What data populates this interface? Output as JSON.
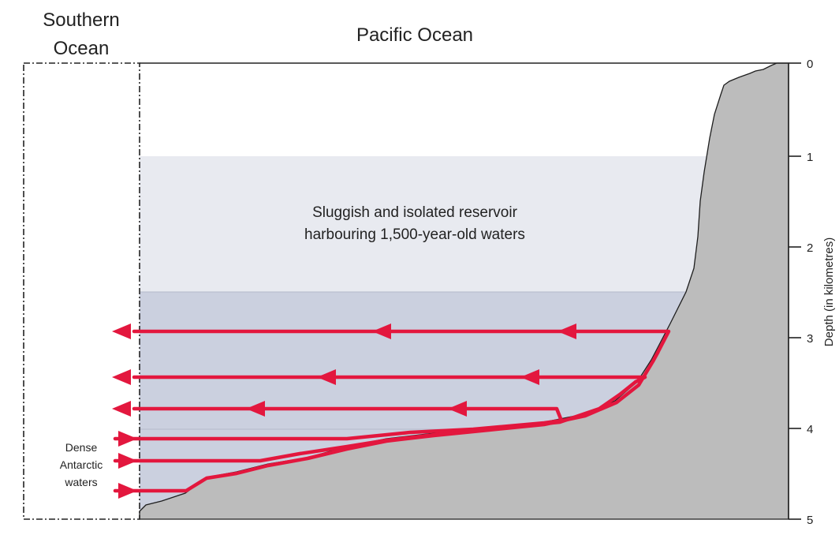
{
  "titles": {
    "southern_line1": "Southern",
    "southern_line2": "Ocean",
    "pacific": "Pacific Ocean"
  },
  "reservoir": {
    "line1": "Sluggish and isolated reservoir",
    "line2": "harbouring 1,500-year-old waters"
  },
  "antarctic": {
    "line1": "Dense",
    "line2": "Antarctic",
    "line3": "waters"
  },
  "depth_axis": {
    "title": "Depth (in kilometres)",
    "ticks": [
      "0",
      "1",
      "2",
      "3",
      "4",
      "5"
    ],
    "range_km": [
      0,
      5
    ]
  },
  "colors": {
    "seafloor": "#bcbcbc",
    "reservoir_band": "#e8eaf0",
    "deep_band": "#cbd0df",
    "flow_arrows": "#e3173e",
    "outline": "#222222"
  }
}
